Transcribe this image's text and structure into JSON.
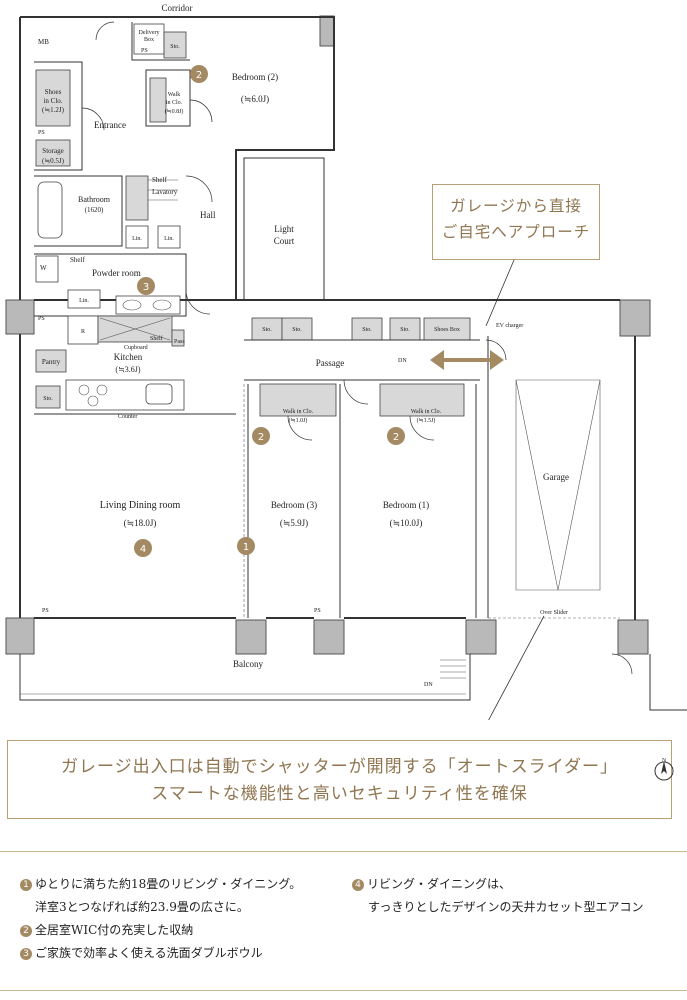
{
  "plan": {
    "corridor": "Corridor",
    "mb": "MB",
    "delivery_box": [
      "Delivery",
      "Box"
    ],
    "ps": "PS",
    "sto": "Sto.",
    "bedroom2": {
      "name": "Bedroom (2)",
      "area": "(≒6.0J)"
    },
    "walkin_bed2": {
      "name": [
        "Walk",
        "in Clo."
      ],
      "area": "(≒0.8J)"
    },
    "shoes_in_clo": {
      "name": [
        "Shoes",
        "in Clo."
      ],
      "area": "(≒1.2J)"
    },
    "entrance": "Entrance",
    "storage": {
      "name": "Storage",
      "area": "(≒0.5J)"
    },
    "shelf": "Shelf",
    "lavatory": "Lavatory",
    "bathroom": {
      "name": "Bathroom",
      "size": "(1620)"
    },
    "hall": "Hall",
    "light_court": [
      "Light",
      "Court"
    ],
    "lin": "Lin.",
    "w": "W",
    "powder_room": "Powder room",
    "r": "R",
    "cupboard": "Cupboard",
    "pantry": "Pantry",
    "kitchen": {
      "name": "Kitchen",
      "area": "(≒3.6J)"
    },
    "counter": "Counter",
    "pass": "Pass",
    "shoes_box": "Shoes Box",
    "ev_charger": "EV charger",
    "passage": "Passage",
    "dn": "DN",
    "walkin_bed3": {
      "name": "Walk in Clo.",
      "area": "(≒1.0J)"
    },
    "walkin_bed1": {
      "name": "Walk in Clo.",
      "area": "(≒1.5J)"
    },
    "garage": "Garage",
    "living": {
      "name": "Living Dining room",
      "area": "(≒18.0J)"
    },
    "bedroom3": {
      "name": "Bedroom (3)",
      "area": "(≒5.9J)"
    },
    "bedroom1": {
      "name": "Bedroom (1)",
      "area": "(≒10.0J)"
    },
    "over_slider": "Over Slider",
    "balcony": "Balcony",
    "badges": {
      "b1": "1",
      "b2": "2",
      "b3": "3",
      "b4": "4"
    }
  },
  "callout": [
    "ガレージから直接",
    "ご自宅へアプローチ"
  ],
  "banner": [
    "ガレージ出入口は自動でシャッターが開閉する「オートスライダー」",
    "スマートな機能性と高いセキュリティ性を確保"
  ],
  "compass": "N",
  "notes": {
    "n1_badge": "1",
    "n1_line1": "ゆとりに満ちた約18畳のリビング・ダイニング。",
    "n1_line2": "洋室3とつなげれば約23.9畳の広さに。",
    "n2_badge": "2",
    "n2_text": "全居室WIC付の充実した収納",
    "n3_badge": "3",
    "n3_text": "ご家族で効率よく使える洗面ダブルボウル",
    "n4_badge": "4",
    "n4_line1": "リビング・ダイニングは、",
    "n4_line2": "すっきりとしたデザインの天井カセット型エアコン"
  },
  "colors": {
    "accent": "#a48a63",
    "accent_text": "#8f7550",
    "border": "#b99f75"
  }
}
